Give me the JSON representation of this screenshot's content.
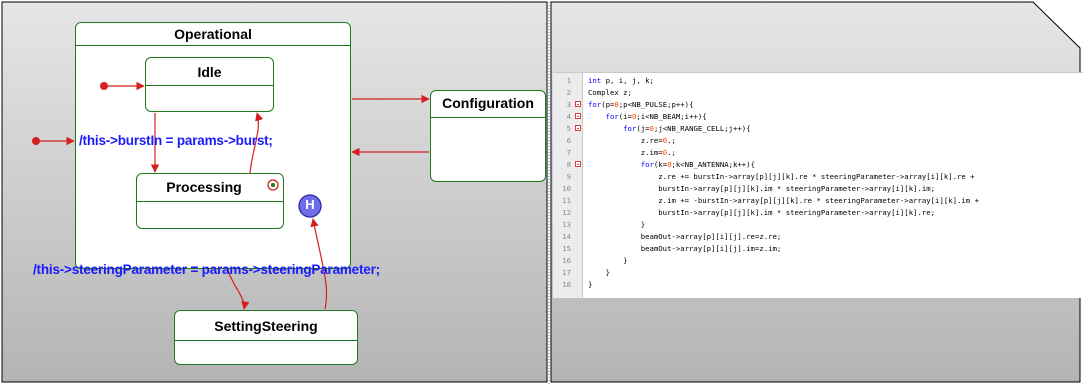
{
  "diagram": {
    "states": {
      "operational": "Operational",
      "idle": "Idle",
      "processing": "Processing",
      "configuration": "Configuration",
      "setting_steering": "SettingSteering"
    },
    "history_symbol": "H",
    "labels": {
      "burst": "/this->burstIn = params->burst;",
      "steering": "/this->steeringParameter = params->steeringParameter;"
    }
  },
  "code": {
    "lines": [
      {
        "n": "1",
        "text": "int p, i, j, k;",
        "fold": false
      },
      {
        "n": "2",
        "text": "Complex z;",
        "fold": false
      },
      {
        "n": "3",
        "text": "for(p=0;p<NB_PULSE;p++){",
        "fold": true
      },
      {
        "n": "4",
        "text": "    for(i=0;i<NB_BEAM;i++){",
        "fold": true
      },
      {
        "n": "5",
        "text": "        for(j=0;j<NB_RANGE_CELL;j++){",
        "fold": true
      },
      {
        "n": "6",
        "text": "            z.re=0.;",
        "fold": false
      },
      {
        "n": "7",
        "text": "            z.im=0.;",
        "fold": false
      },
      {
        "n": "8",
        "text": "            for(k=0;k<NB_ANTENNA;k++){",
        "fold": true
      },
      {
        "n": "9",
        "text": "                z.re += burstIn->array[p][j][k].re * steeringParameter->array[i][k].re +",
        "fold": false
      },
      {
        "n": "10",
        "text": "                burstIn->array[p][j][k].im * steeringParameter->array[i][k].im;",
        "fold": false
      },
      {
        "n": "11",
        "text": "                z.im += -burstIn->array[p][j][k].re * steeringParameter->array[i][k].im +",
        "fold": false
      },
      {
        "n": "12",
        "text": "                burstIn->array[p][j][k].im * steeringParameter->array[i][k].re;",
        "fold": false
      },
      {
        "n": "13",
        "text": "            }",
        "fold": false
      },
      {
        "n": "14",
        "text": "            beamOut->array[p][i][j].re=z.re;",
        "fold": false
      },
      {
        "n": "15",
        "text": "            beamOut->array[p][i][j].im=z.im;",
        "fold": false
      },
      {
        "n": "16",
        "text": "        }",
        "fold": false
      },
      {
        "n": "17",
        "text": "    }",
        "fold": false
      },
      {
        "n": "18",
        "text": "}",
        "fold": false
      }
    ]
  },
  "colors": {
    "state_border": "#1e7a1e",
    "transition": "#d42020",
    "action_label": "#1a1aff",
    "history_fill": "#6e6ee8",
    "history_border": "#2a2aa0",
    "canvas_gradient_top": "#e6e6e6",
    "canvas_gradient_bottom": "#b4b4b4",
    "separator": "#5a7fbf",
    "keyword": "#0000ff",
    "literal": "#ff4500",
    "gutter_text": "#8a8a8a"
  }
}
